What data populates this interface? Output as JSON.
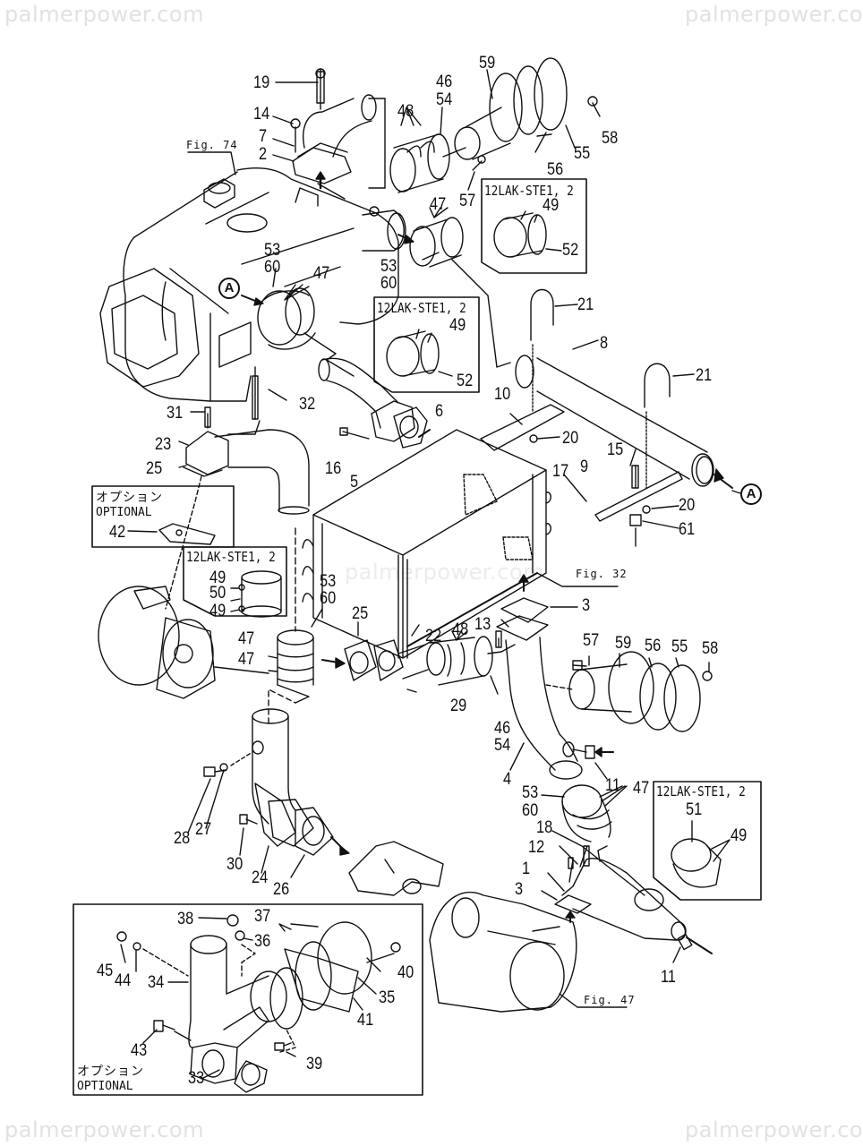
{
  "watermark": {
    "text": "palmerpower.com",
    "color": "#e2e2e2"
  },
  "figure_refs": [
    {
      "id": "fig74",
      "text": "Fig. 74"
    },
    {
      "id": "fig32",
      "text": "Fig. 32"
    },
    {
      "id": "fig47",
      "text": "Fig. 47"
    }
  ],
  "connection_markers": {
    "a_left": "A",
    "a_right": "A"
  },
  "variant_boxes": {
    "box1": {
      "title": "12LAK-STE1, 2",
      "parts": [
        "49",
        "52"
      ]
    },
    "box2": {
      "title": "12LAK-STE1, 2",
      "parts": [
        "49",
        "52"
      ]
    },
    "box3": {
      "title": "12LAK-STE1, 2",
      "parts": [
        "49",
        "50",
        "49"
      ]
    },
    "box4": {
      "title": "12LAK-STE1, 2",
      "parts": [
        "51",
        "49"
      ]
    }
  },
  "optional_boxes": {
    "small": {
      "title_jp": "オプション",
      "title_en": "OPTIONAL",
      "parts": [
        "42"
      ]
    },
    "large": {
      "title_jp": "オプション",
      "title_en": "OPTIONAL",
      "parts": [
        "33",
        "34",
        "35",
        "36",
        "37",
        "38",
        "39",
        "40",
        "41",
        "43",
        "44",
        "45"
      ]
    }
  },
  "callouts": {
    "c19": "19",
    "c14": "14",
    "c7": "7",
    "c2": "2",
    "c48a": "48",
    "c46a": "46",
    "c54a": "54",
    "c59a": "59",
    "c58a": "58",
    "c55a": "55",
    "c56a": "56",
    "c57a": "57",
    "c47a": "47",
    "c53a": "53",
    "c60a": "60",
    "c53b": "53",
    "c60b": "60",
    "c47b": "47",
    "c21a": "21",
    "c21b": "21",
    "c8": "8",
    "c10": "10",
    "c6": "6",
    "c20a": "20",
    "c15": "15",
    "c9": "9",
    "c20b": "20",
    "c61": "61",
    "c17": "17",
    "c31": "31",
    "c32": "32",
    "c23": "23",
    "c25a": "25",
    "c16": "16",
    "c5": "5",
    "c3a": "3",
    "c13": "13",
    "c53c": "53",
    "c60c": "60",
    "c25b": "25",
    "c22": "22",
    "c48b": "48",
    "c47c": "47",
    "c47d": "47",
    "c29": "29",
    "c46b": "46",
    "c54b": "54",
    "c57b": "57",
    "c59b": "59",
    "c56b": "56",
    "c55b": "55",
    "c58b": "58",
    "c4": "4",
    "c11a": "11",
    "c53d": "53",
    "c60d": "60",
    "c47e": "47",
    "c18": "18",
    "c12": "12",
    "c1": "1",
    "c3b": "3",
    "c11b": "11",
    "c28": "28",
    "c27": "27",
    "c30": "30",
    "c24": "24",
    "c26": "26",
    "c38": "38",
    "c37": "37",
    "c36": "36",
    "c45": "45",
    "c44": "44",
    "c34": "34",
    "c40": "40",
    "c35": "35",
    "c41": "41",
    "c43": "43",
    "c39": "39",
    "c33": "33"
  }
}
